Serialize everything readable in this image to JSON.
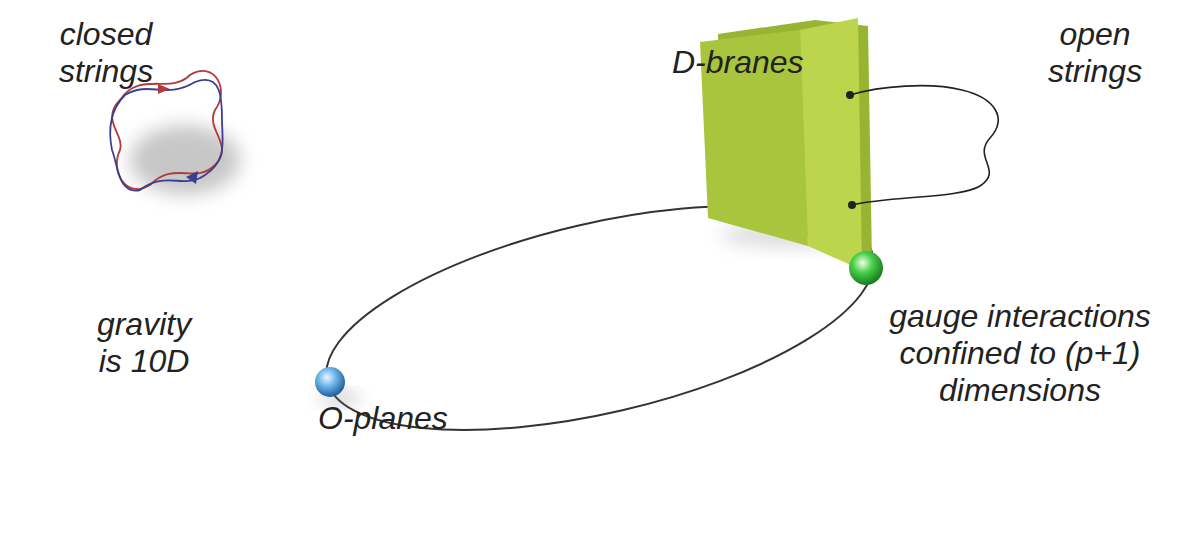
{
  "diagram": {
    "labels": [
      "closed strings",
      "gravity is 10D",
      "D-branes",
      "open strings",
      "gauge interactions confined to (p+1) dimensions",
      "O-planes"
    ]
  }
}
